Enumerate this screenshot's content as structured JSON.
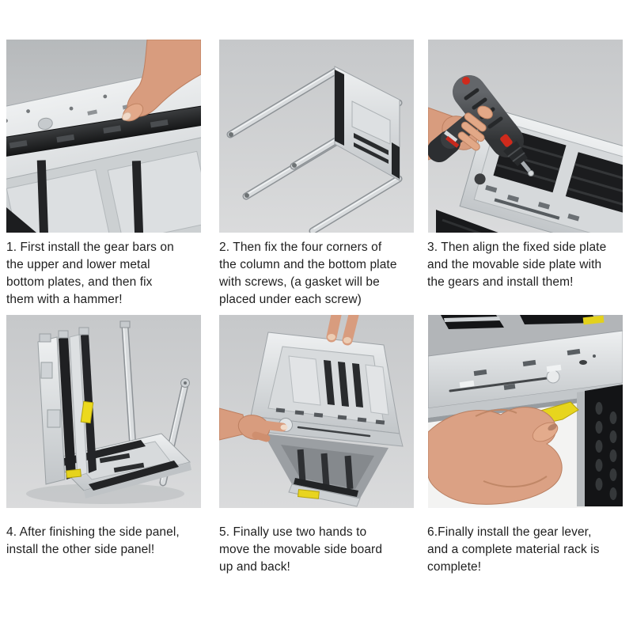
{
  "page": {
    "background": "#ffffff",
    "type": "assembly-instruction-sheet"
  },
  "palette": {
    "photo_background": "#c9cbcd",
    "metal_silver": "#d9dcde",
    "gear_bar_black": "#1d1e1f",
    "lever_yellow": "#e7d51d",
    "drill_red": "#cf2a1c",
    "skin": "#d89c7e",
    "caption_text": "#1e1e1e"
  },
  "steps": [
    {
      "number": "1",
      "caption": "1. First install the gear bars on\nthe upper and lower metal\nbottom plates, and then fix\nthem with a hammer!",
      "illustration": "hand pressing black gear bar onto metal bottom plate"
    },
    {
      "number": "2",
      "caption": "2. Then fix the four corners of\nthe column and the bottom plate\nwith screws, (a gasket will be\nplaced under each screw)",
      "illustration": "bottom plate with four columns attached"
    },
    {
      "number": "3",
      "caption": "3. Then align the fixed side plate\nand the movable side plate with\nthe gears and install them!",
      "illustration": "hand driving screw with electric drill into plate corner"
    },
    {
      "number": "4",
      "caption": "4. After finishing the side panel,\ninstall the other side panel!",
      "illustration": "rack standing with one side panel installed"
    },
    {
      "number": "5",
      "caption": "5. Finally use two hands to\nmove the movable side board\nup and back!",
      "illustration": "two hands moving movable side board of rack"
    },
    {
      "number": "6",
      "caption": "6.Finally install the gear lever,\nand a complete material rack is\ncomplete!",
      "illustration": "hand installing yellow gear lever under top plate"
    }
  ]
}
